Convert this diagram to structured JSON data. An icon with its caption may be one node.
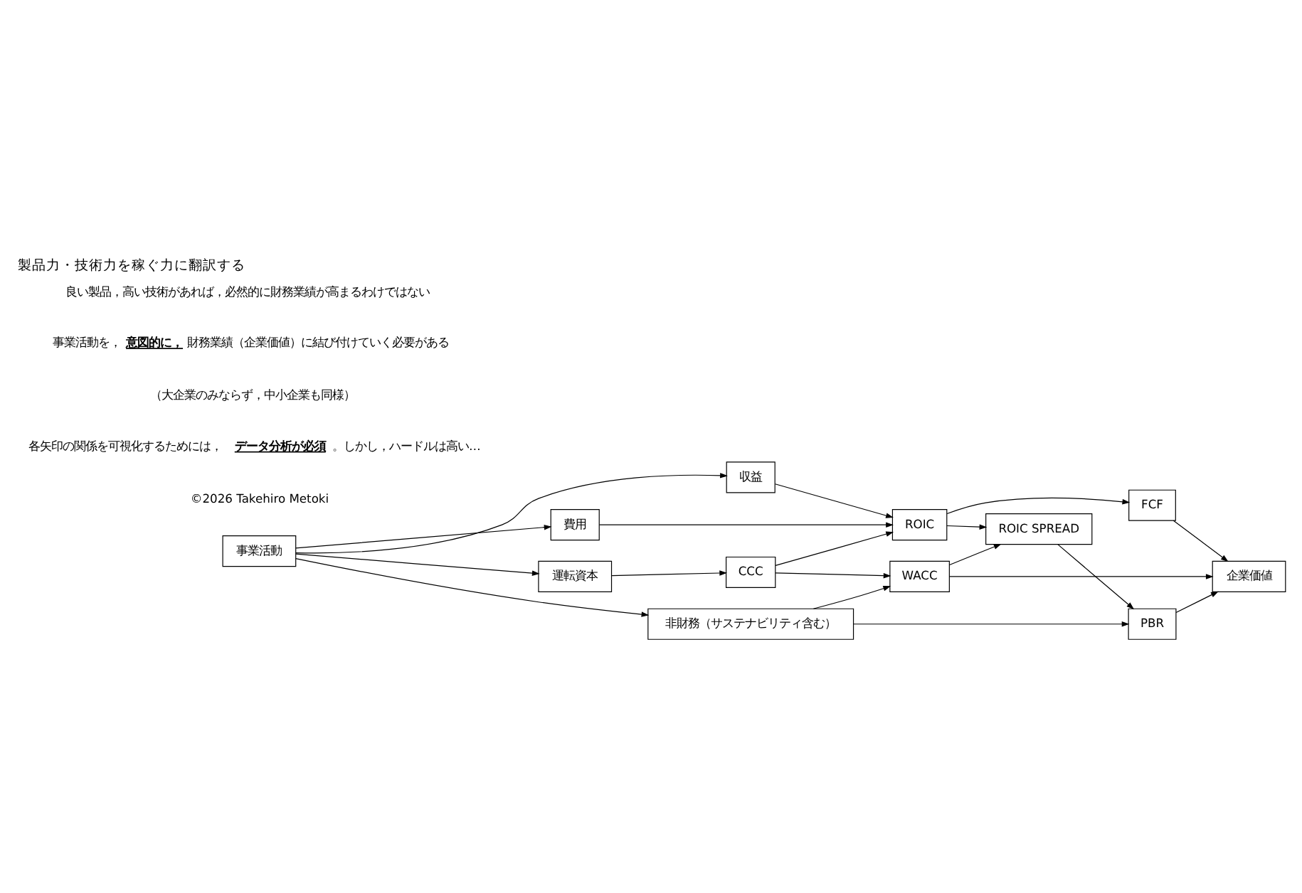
{
  "diagram": {
    "title": "製品力・技術力を稼ぐ力に翻訳する",
    "nodes": [
      {
        "text": [
          "事業活動"
        ]
      },
      {
        "text": [
          "収益"
        ]
      },
      {
        "text": [
          "費用"
        ]
      },
      {
        "text": [
          "運転資本"
        ]
      },
      {
        "text": [
          "CCC"
        ]
      },
      {
        "text": [
          "非財務（サステナビリティ含む）"
        ]
      },
      {
        "text": [
          "ROIC"
        ]
      },
      {
        "text": [
          "FCF"
        ]
      },
      {
        "text": [
          "WACC"
        ]
      },
      {
        "text": [
          "ROIC SPREAD"
        ]
      },
      {
        "text": [
          "PBR"
        ]
      },
      {
        "text": [
          "企業価値"
        ]
      }
    ],
    "edges": [
      {
        "from": 0,
        "to": 1,
        "arrow": "to"
      },
      {
        "from": 0,
        "to": 2,
        "arrow": "to"
      },
      {
        "from": 0,
        "to": 3,
        "arrow": "to"
      },
      {
        "from": 0,
        "to": 5,
        "arrow": "to"
      },
      {
        "from": 1,
        "to": 6,
        "arrow": "to"
      },
      {
        "from": 2,
        "to": 6,
        "arrow": "to"
      },
      {
        "from": 3,
        "to": 4,
        "arrow": "to"
      },
      {
        "from": 4,
        "to": 6,
        "arrow": "to"
      },
      {
        "from": 4,
        "to": 8,
        "arrow": "to"
      },
      {
        "from": 5,
        "to": 8,
        "arrow": "to"
      },
      {
        "from": 5,
        "to": 10,
        "arrow": "to"
      },
      {
        "from": 6,
        "to": 7,
        "arrow": "to"
      },
      {
        "from": 6,
        "to": 9,
        "arrow": "to"
      },
      {
        "from": 8,
        "to": 9,
        "arrow": "to"
      },
      {
        "from": 8,
        "to": 11,
        "arrow": "to"
      },
      {
        "from": 7,
        "to": 11,
        "arrow": "to"
      },
      {
        "from": 9,
        "to": 10,
        "arrow": "to"
      },
      {
        "from": 10,
        "to": 11,
        "arrow": "to"
      }
    ],
    "labels": [
      "良い製品，高い技術があれば，必然的に財務業績が高まるわけではない",
      "事業活動を，**意図的に，**財務業績（企業価値）に結び付けていく必要がある",
      "（大企業のみならず，中小企業も同様）",
      "各矢印の関係を可視化するためには，**データ分析が必須**。しかし，ハードルは高い…",
      "©2026 Takehiro Metoki"
    ]
  }
}
